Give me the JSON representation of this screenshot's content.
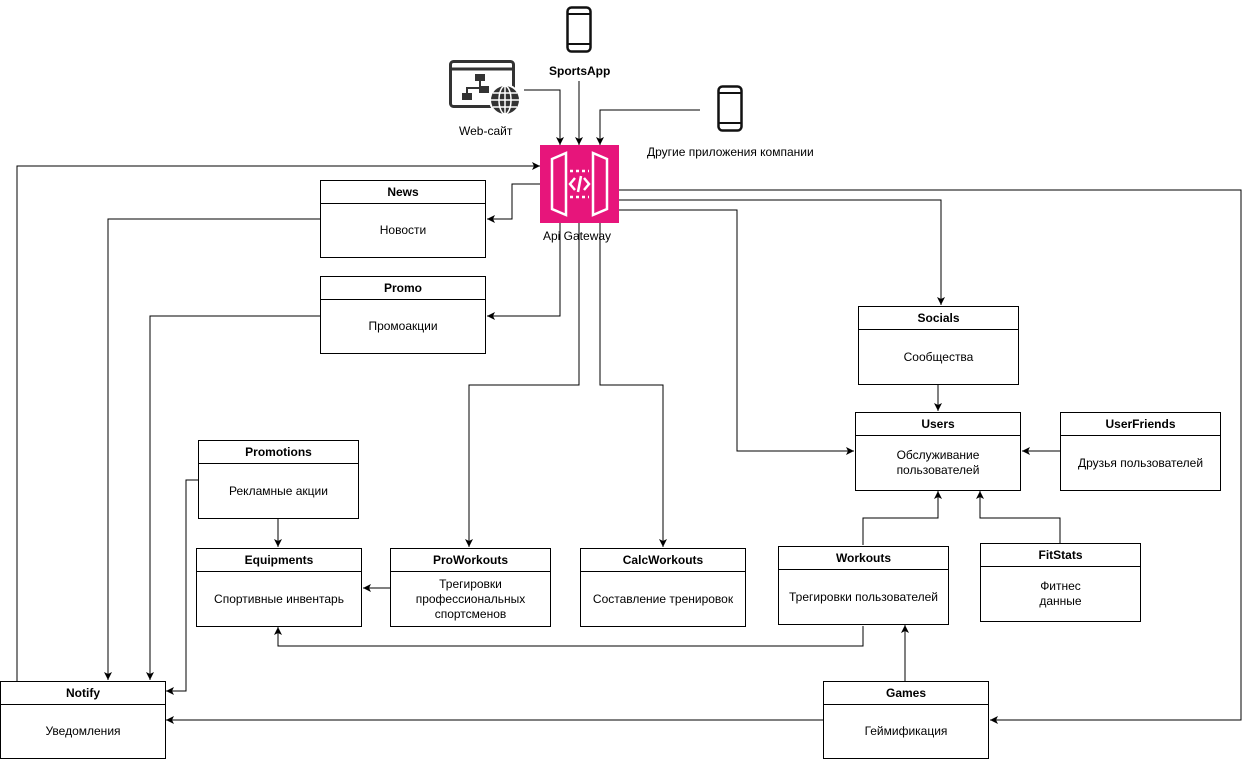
{
  "clients": {
    "sports_app": "SportsApp",
    "website": "Web-сайт",
    "other_apps": "Другие приложения компании"
  },
  "gateway": {
    "label": "Api Gateway",
    "color": "#e7157b"
  },
  "services": {
    "news": {
      "title": "News",
      "desc": "Новости"
    },
    "promo": {
      "title": "Promo",
      "desc": "Промоакции"
    },
    "socials": {
      "title": "Socials",
      "desc": "Сообщества"
    },
    "users": {
      "title": "Users",
      "desc": "Обслуживание пользователей"
    },
    "user_friends": {
      "title": "UserFriends",
      "desc": "Друзья пользователей"
    },
    "promotions": {
      "title": "Promotions",
      "desc": "Рекламные акции"
    },
    "equipments": {
      "title": "Equipments",
      "desc": "Спортивные инвентарь"
    },
    "pro_workouts": {
      "title": "ProWorkouts",
      "desc": "Трегировки профессиональных спортсменов"
    },
    "calc_workouts": {
      "title": "CalcWorkouts",
      "desc": "Составление тренировок"
    },
    "workouts": {
      "title": "Workouts",
      "desc": "Трегировки пользователей"
    },
    "fit_stats": {
      "title": "FitStats",
      "desc": "Фитнес данные"
    },
    "notify": {
      "title": "Notify",
      "desc": "Уведомления"
    },
    "games": {
      "title": "Games",
      "desc": "Геймификация"
    }
  }
}
